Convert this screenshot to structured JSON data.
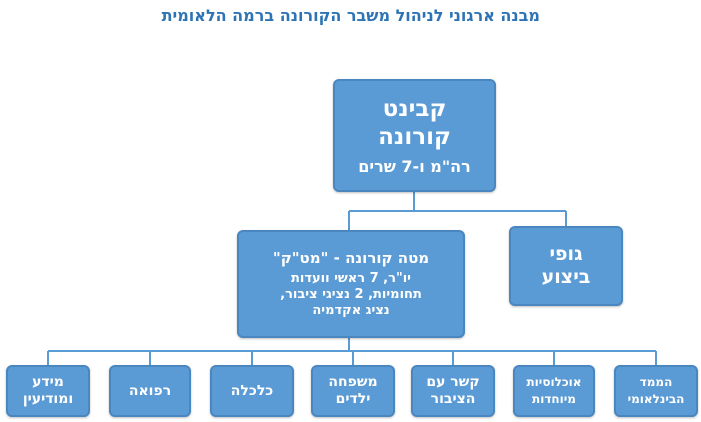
{
  "title": "מבנה ארגוני לניהול משבר הקורונה ברמה הלאומית",
  "colors": {
    "box_fill": "#5b9bd5",
    "box_border": "#4a86c0",
    "connector": "#5b9bd5",
    "title": "#2e74b5"
  },
  "cabinet": {
    "line1": "קבינט",
    "line2": "קורונה",
    "line3": "רה\"מ ו-7 שרים"
  },
  "matak": {
    "line1": "מטה קורונה - \"מט\"ק\"",
    "line2": "יו\"ר, 7 ראשי וועדות",
    "line3": "תחומיות, 2 נציגי ציבור,",
    "line4": "נציג אקדמיה"
  },
  "exec": {
    "line1": "גופי",
    "line2": "ביצוע"
  },
  "leaves": [
    {
      "line1": "הממד",
      "line2": "הבינלאומי"
    },
    {
      "line1": "אוכלוסיות",
      "line2": "מיוחדות"
    },
    {
      "line1": "קשר עם",
      "line2": "הציבור"
    },
    {
      "line1": "משפחה",
      "line2": "ילדים"
    },
    {
      "line1": "כלכלה",
      "line2": ""
    },
    {
      "line1": "רפואה",
      "line2": ""
    },
    {
      "line1": "מידע",
      "line2": "ומודיעין"
    }
  ]
}
